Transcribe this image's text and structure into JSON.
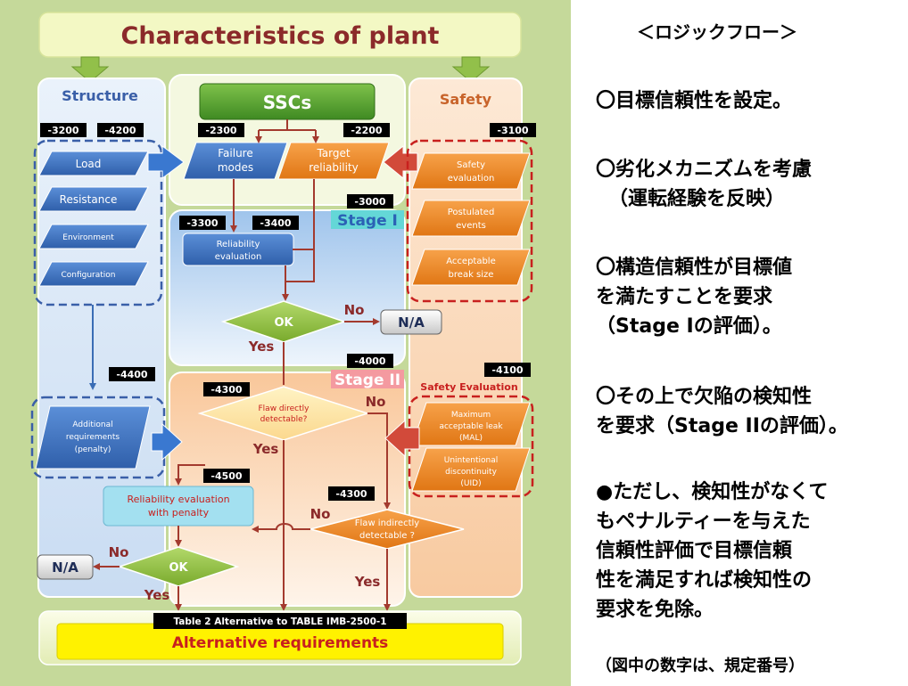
{
  "diagram": {
    "title": "Characteristics of plant",
    "columns": {
      "structure": "Structure",
      "ssc": "SSCs",
      "safety": "Safety"
    },
    "structure_items": [
      "Load",
      "Resistance",
      "Environment",
      "Configuration"
    ],
    "ssc_items": {
      "failure_modes": [
        "Failure",
        "modes"
      ],
      "target_reliability": [
        "Target",
        "reliability"
      ],
      "reliability_evaluation": [
        "Reliability",
        "evaluation"
      ]
    },
    "safety_items": {
      "safety_evaluation": [
        "Safety",
        "evaluation"
      ],
      "postulated_events": [
        "Postulated",
        "events"
      ],
      "acceptable_break": [
        "Acceptable",
        "break size"
      ],
      "safety_evaluation_heading": "Safety Evaluation",
      "mal": [
        "Maximum",
        "acceptable leak",
        "(MAL)"
      ],
      "uid": [
        "Unintentional",
        "discontinuity",
        "(UID)"
      ]
    },
    "additional_requirements": [
      "Additional",
      "requirements",
      "(penalty)"
    ],
    "stage1": "Stage I",
    "stage2": "Stage II",
    "decisions": {
      "ok": "OK",
      "flaw_direct": [
        "Flaw directly",
        "detectable?"
      ],
      "flaw_indirect": [
        "Flaw indirectly",
        "detectable ?"
      ]
    },
    "penalty_eval": [
      "Reliability evaluation",
      "with penalty"
    ],
    "labels": {
      "yes": "Yes",
      "no": "No",
      "na": "N/A"
    },
    "codes": {
      "c3200": "-3200",
      "c4200": "-4200",
      "c2300": "-2300",
      "c2200": "-2200",
      "c3100": "-3100",
      "c3000": "-3000",
      "c3300": "-3300",
      "c3400": "-3400",
      "c4400": "-4400",
      "c4000": "-4000",
      "c4100": "-4100",
      "c4300a": "-4300",
      "c4500": "-4500",
      "c4300b": "-4300"
    },
    "bottom": {
      "table_label": "Table 2 Alternative to TABLE IMB-2500-1",
      "alt_req": "Alternative requirements"
    },
    "colors": {
      "background": "#c5d99a",
      "title_fill": "#f3f8c4",
      "title_text": "#8b2a2a",
      "blue_shape": "#3f73c6",
      "orange_shape": "#f0892c",
      "green_diamond": "#8fbe3a",
      "arrow_red": "#a33a2e",
      "yellow_bar": "#fff200"
    }
  },
  "notes": {
    "heading": "＜ロジックフロー＞",
    "p1": "〇目標信頼性を設定。",
    "p2_l1": "〇劣化メカニズムを考慮",
    "p2_l2": "（運転経験を反映）",
    "p3_l1": "〇構造信頼性が目標値",
    "p3_l2": "を満たすことを要求",
    "p3_l3": "（Stage Iの評価）。",
    "p4_l1": "〇その上で欠陥の検知性",
    "p4_l2": "を要求（Stage IIの評価）。",
    "p5_l1": "●ただし、検知性がなくて",
    "p5_l2": "もペナルティーを与えた",
    "p5_l3": "信頼性評価で目標信頼",
    "p5_l4": "性を満足すれば検知性の",
    "p5_l5": "要求を免除。",
    "footer": "（図中の数字は、規定番号）"
  }
}
